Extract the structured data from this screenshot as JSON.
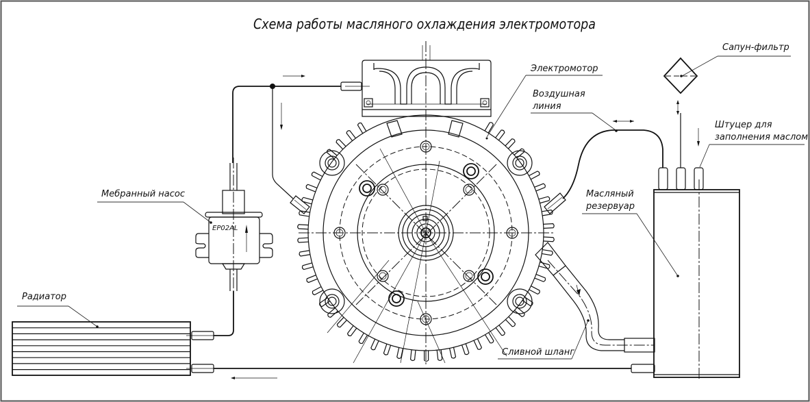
{
  "diagram": {
    "title": "Схема работы масляного охлаждения электромотора",
    "type": "engineering-schematic",
    "line_color": "#111111",
    "background": "#ffffff",
    "components": [
      {
        "id": "motor",
        "label": "Электромотор"
      },
      {
        "id": "air-line",
        "label_line1": "Воздушная",
        "label_line2": "линия"
      },
      {
        "id": "breather-filter",
        "label": "Сапун-фильтр"
      },
      {
        "id": "fill-fitting",
        "label_line1": "Штуцер для",
        "label_line2": "заполнения маслом"
      },
      {
        "id": "oil-reservoir",
        "label_line1": "Масляный",
        "label_line2": "резервуар"
      },
      {
        "id": "drain-hose",
        "label": "Сливной шланг"
      },
      {
        "id": "membrane-pump",
        "label": "Мебранный насос",
        "model_marking": "EP02AL"
      },
      {
        "id": "radiator",
        "label": "Радиатор"
      }
    ],
    "flow": [
      {
        "from": "radiator",
        "to": "membrane-pump",
        "direction": "up"
      },
      {
        "from": "membrane-pump",
        "to": "motor",
        "direction": "right"
      },
      {
        "from": "membrane-pump",
        "to": "motor-side-inlet",
        "direction": "down"
      },
      {
        "from": "motor",
        "to": "oil-reservoir",
        "via": "drain-hose"
      },
      {
        "from": "motor",
        "to": "oil-reservoir",
        "via": "air-line",
        "direction": "bidirectional"
      },
      {
        "from": "oil-reservoir",
        "to": "radiator",
        "direction": "left"
      },
      {
        "from": "breather-filter",
        "to": "oil-reservoir",
        "direction": "bidirectional"
      }
    ]
  }
}
